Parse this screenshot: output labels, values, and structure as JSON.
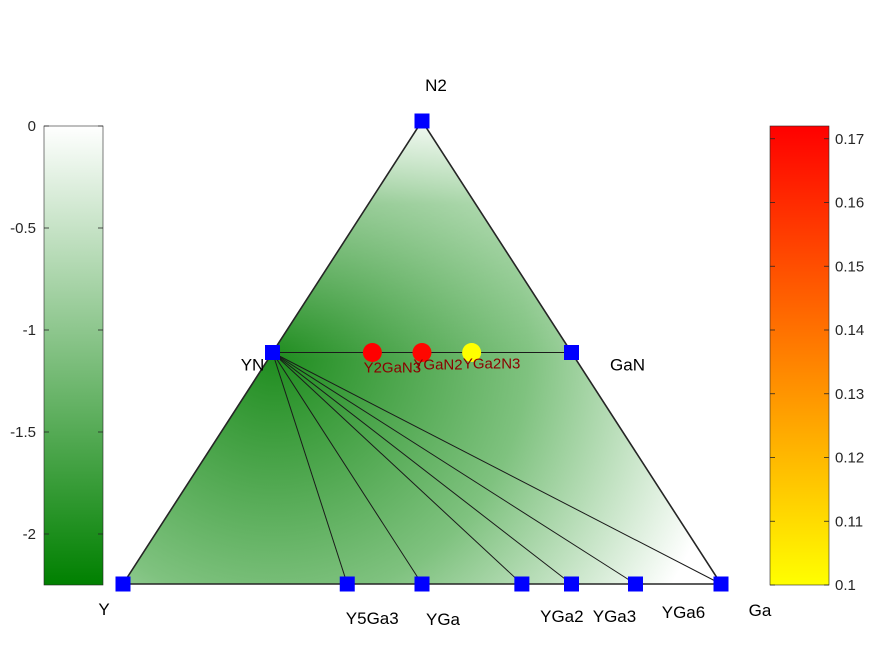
{
  "chart_data": {
    "type": "scatter",
    "title": "",
    "vertices": {
      "top": "N2",
      "left": "Y",
      "right": "Ga"
    },
    "stable_phases": [
      {
        "label": "N2",
        "x": 0.5,
        "y": 1.0
      },
      {
        "label": "Y",
        "x": 0.0,
        "y": 0.0
      },
      {
        "label": "Ga",
        "x": 1.0,
        "y": 0.0
      },
      {
        "label": "YN",
        "x": 0.25,
        "y": 0.5
      },
      {
        "label": "GaN",
        "x": 0.75,
        "y": 0.5
      },
      {
        "label": "Y5Ga3",
        "x": 0.375,
        "y": 0.0
      },
      {
        "label": "YGa",
        "x": 0.5,
        "y": 0.0
      },
      {
        "label": "YGa2",
        "x": 0.667,
        "y": 0.0
      },
      {
        "label": "YGa3",
        "x": 0.75,
        "y": 0.0
      },
      {
        "label": "YGa6",
        "x": 0.857,
        "y": 0.0
      }
    ],
    "unstable_phases": [
      {
        "label": "Y2GaN3",
        "x": 0.417,
        "y": 0.5,
        "e_above_hull": 0.172
      },
      {
        "label": "YGaN2",
        "x": 0.5,
        "y": 0.5,
        "e_above_hull": 0.17
      },
      {
        "label": "YGa2N3",
        "x": 0.583,
        "y": 0.5,
        "e_above_hull": 0.1
      }
    ],
    "tie_lines": [
      [
        "Y",
        "YN"
      ],
      [
        "YN",
        "N2"
      ],
      [
        "N2",
        "GaN"
      ],
      [
        "GaN",
        "Ga"
      ],
      [
        "YN",
        "GaN"
      ],
      [
        "YN",
        "Y5Ga3"
      ],
      [
        "YN",
        "YGa"
      ],
      [
        "YN",
        "YGa2"
      ],
      [
        "YN",
        "YGa3"
      ],
      [
        "YN",
        "YGa6"
      ],
      [
        "YN",
        "Ga"
      ],
      [
        "Y",
        "Ga"
      ]
    ],
    "formation_energy_colorbar": {
      "ticks": [
        "0",
        "-0.5",
        "-1",
        "-1.5",
        "-2"
      ],
      "range": [
        -2.25,
        0
      ],
      "color_low": "#008000",
      "color_high": "#ffffff"
    },
    "e_above_hull_colorbar": {
      "ticks": [
        "0.17",
        "0.16",
        "0.15",
        "0.14",
        "0.13",
        "0.12",
        "0.11",
        "0.1"
      ],
      "range": [
        0.1,
        0.172
      ],
      "color_low": "#ffff00",
      "color_high": "#ff0000"
    },
    "marker_color": "#0000ff"
  }
}
